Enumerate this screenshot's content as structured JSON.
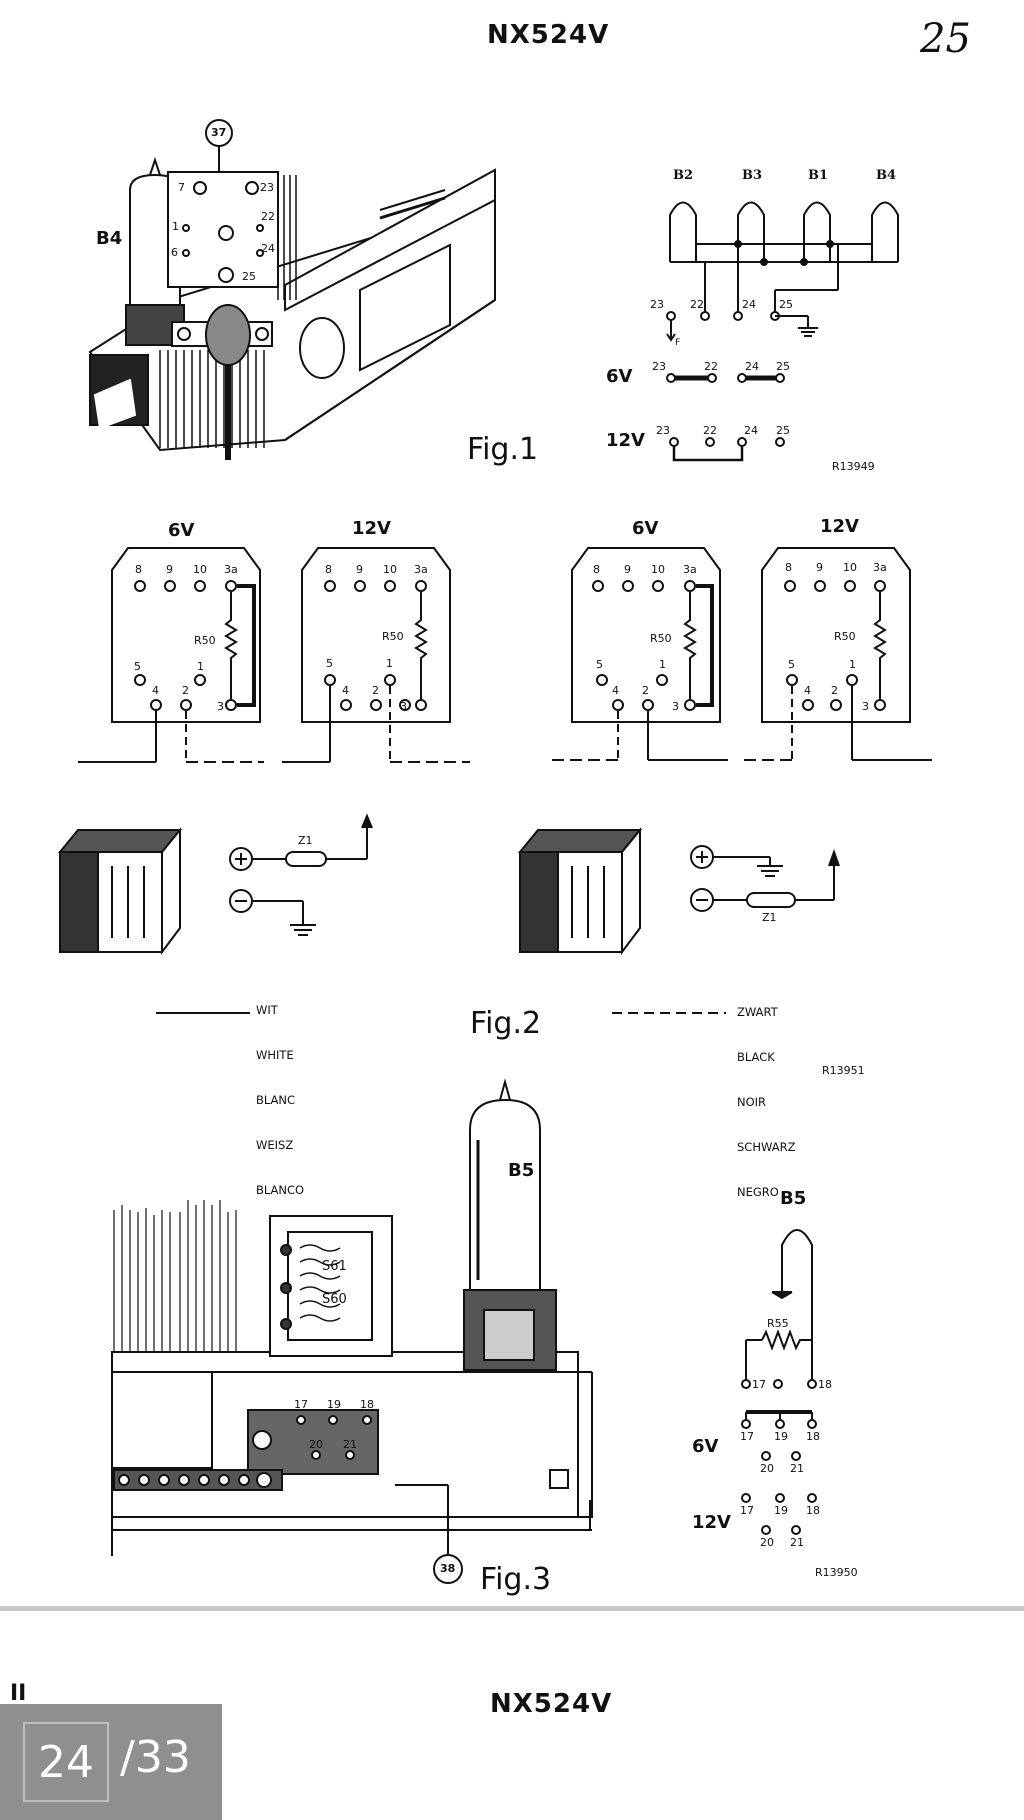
{
  "page_top": {
    "model": "NX524V",
    "page_number_handwritten": "25"
  },
  "fig1": {
    "caption": "Fig.1",
    "photo_labels": {
      "tube": "B4",
      "callout": "37"
    },
    "pins": [
      "7",
      "1",
      "6",
      "23",
      "22",
      "24",
      "25"
    ],
    "schematic": {
      "tubes": [
        "B2",
        "B3",
        "B1",
        "B4"
      ],
      "terminals": [
        "23",
        "22",
        "24",
        "25"
      ],
      "f_label": "F",
      "row_6v": "6V",
      "row_12v": "12V"
    },
    "ref": "R13949"
  },
  "fig2": {
    "caption": "Fig.2",
    "boards": [
      {
        "voltage": "6V"
      },
      {
        "voltage": "12V"
      },
      {
        "voltage": "6V"
      },
      {
        "voltage": "12V"
      }
    ],
    "pin_labels": {
      "p8": "8",
      "p9": "9",
      "p10": "10",
      "p3a": "3a",
      "p5": "5",
      "p1": "1",
      "p4": "4",
      "p2": "2",
      "p3": "3"
    },
    "resistor": "R50",
    "component": "Z1",
    "legend_solid": [
      "WIT",
      "WHITE",
      "BLANC",
      "WEISZ",
      "BLANCO"
    ],
    "legend_dashed": [
      "ZWART",
      "BLACK",
      "NOIR",
      "SCHWARZ",
      "NEGRO"
    ],
    "ref": "R13951"
  },
  "fig3": {
    "caption": "Fig.3",
    "tube": "B5",
    "coil_labels": [
      "S61",
      "S60"
    ],
    "strip_pins": [
      "17",
      "19",
      "18",
      "20",
      "21"
    ],
    "callout": "38",
    "schematic": {
      "tube": "B5",
      "resistor": "R55",
      "pins_top": [
        "17",
        "18"
      ],
      "row_6v": "6V",
      "row_12v": "12V",
      "pins_row1": [
        "17",
        "19",
        "18"
      ],
      "pins_row2": [
        "20",
        "21"
      ]
    },
    "ref": "R13950"
  },
  "page_bottom": {
    "mark": "II",
    "model": "NX524V"
  },
  "pager": {
    "current": "24",
    "total": "/33"
  }
}
